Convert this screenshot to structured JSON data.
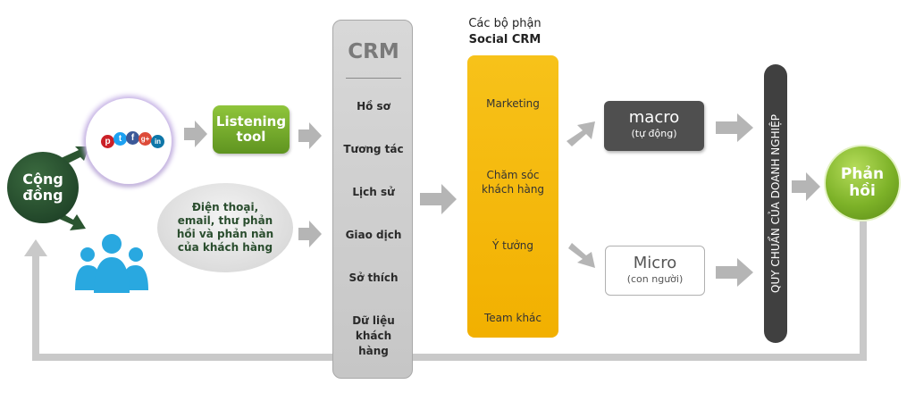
{
  "community": {
    "label_line1": "Cộng",
    "label_line2": "đồng"
  },
  "listening_tool": {
    "line1": "Listening",
    "line2": "tool"
  },
  "channels_bubble": {
    "text": "Điện thoại, email, thư phản hồi và phản nàn của khách hàng"
  },
  "social_icons": [
    "p",
    "t",
    "f",
    "g+",
    "in"
  ],
  "crm": {
    "title": "CRM",
    "items": [
      "Hồ sơ",
      "Tương tác",
      "Lịch sử",
      "Giao dịch",
      "Sở thích"
    ],
    "last_item_lines": [
      "Dữ liệu",
      "khách",
      "hàng"
    ]
  },
  "social_crm": {
    "heading_line1": "Các bộ phận",
    "heading_line2": "Social CRM",
    "departments": [
      "Marketing",
      "Chăm sóc",
      "khách hàng",
      "Ý tưởng",
      "Team khác"
    ]
  },
  "macro": {
    "title": "macro",
    "subtitle": "(tự động)"
  },
  "micro": {
    "title": "Micro",
    "subtitle": "(con người)"
  },
  "standard_bar": {
    "text": "QUY CHUẨN CỦA DOANH NGHIỆP"
  },
  "response": {
    "line1": "Phản",
    "line2": "hồi"
  },
  "colors": {
    "dark_green": "#22472a",
    "light_green": "#7db228",
    "yellow": "#f2b000",
    "arrow_gray": "#b5b5b5",
    "people_blue": "#29a8e0"
  }
}
